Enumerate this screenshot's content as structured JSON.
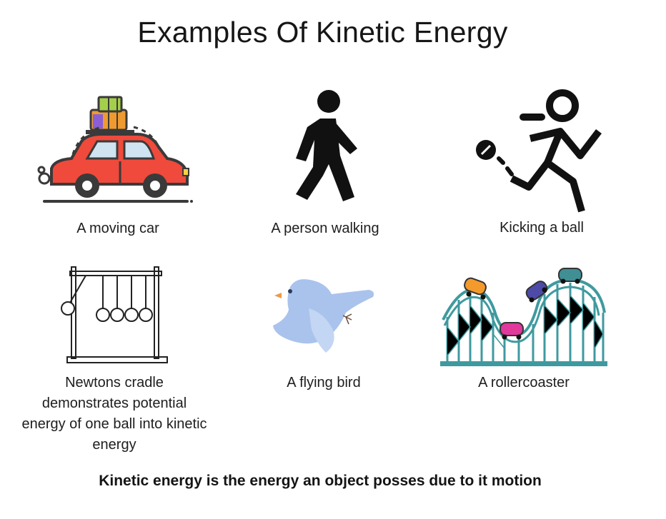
{
  "title": "Examples Of Kinetic Energy",
  "examples": [
    {
      "caption": "A moving car",
      "icon": "car-icon"
    },
    {
      "caption": "A person walking",
      "icon": "person-walking-icon"
    },
    {
      "caption": "Kicking a ball",
      "icon": "kicking-ball-icon"
    },
    {
      "caption": "Newtons cradle demonstrates potential energy of one ball into kinetic energy",
      "icon": "newtons-cradle-icon"
    },
    {
      "caption": "A flying bird",
      "icon": "bird-icon"
    },
    {
      "caption": "A rollercoaster",
      "icon": "rollercoaster-icon"
    }
  ],
  "footer": "Kinetic energy is the energy an object posses due to it motion",
  "colors": {
    "car_body": "#ef4a3c",
    "bird": "#a9c3ec",
    "coaster_track": "#3f9a9f"
  }
}
